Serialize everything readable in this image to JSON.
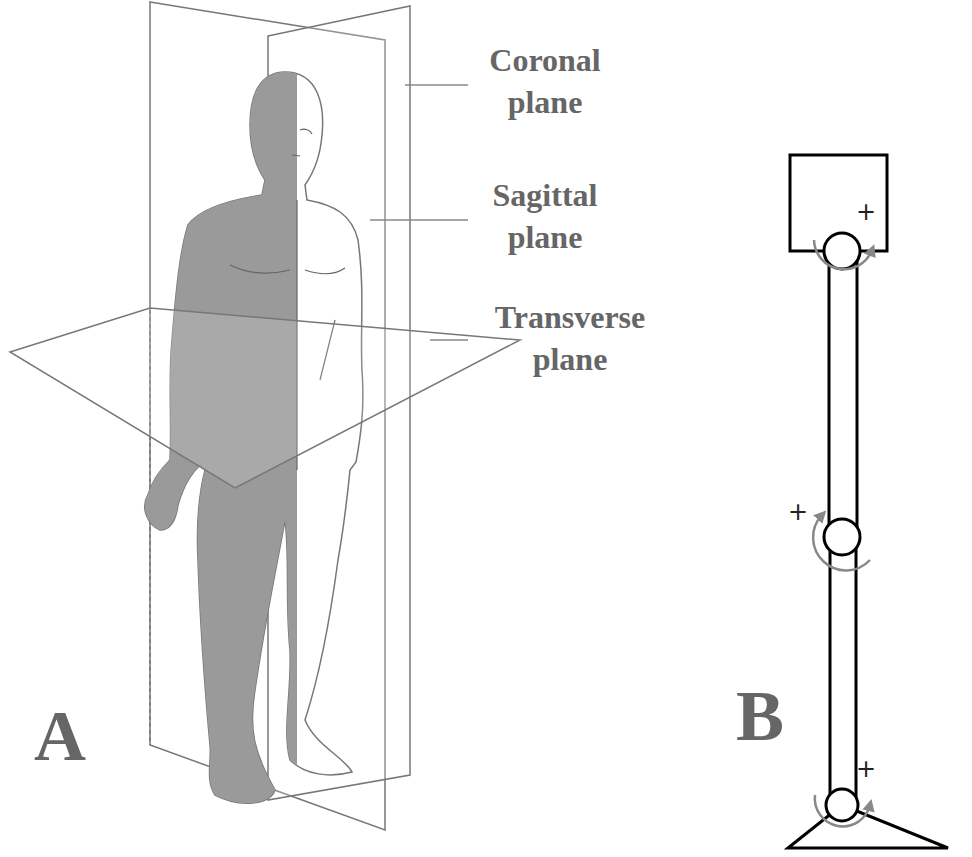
{
  "diagram": {
    "labels": [
      "Coronal plane",
      "Sagittal plane",
      "Transverse plane",
      "A",
      "B",
      "+",
      "+",
      "+"
    ]
  }
}
